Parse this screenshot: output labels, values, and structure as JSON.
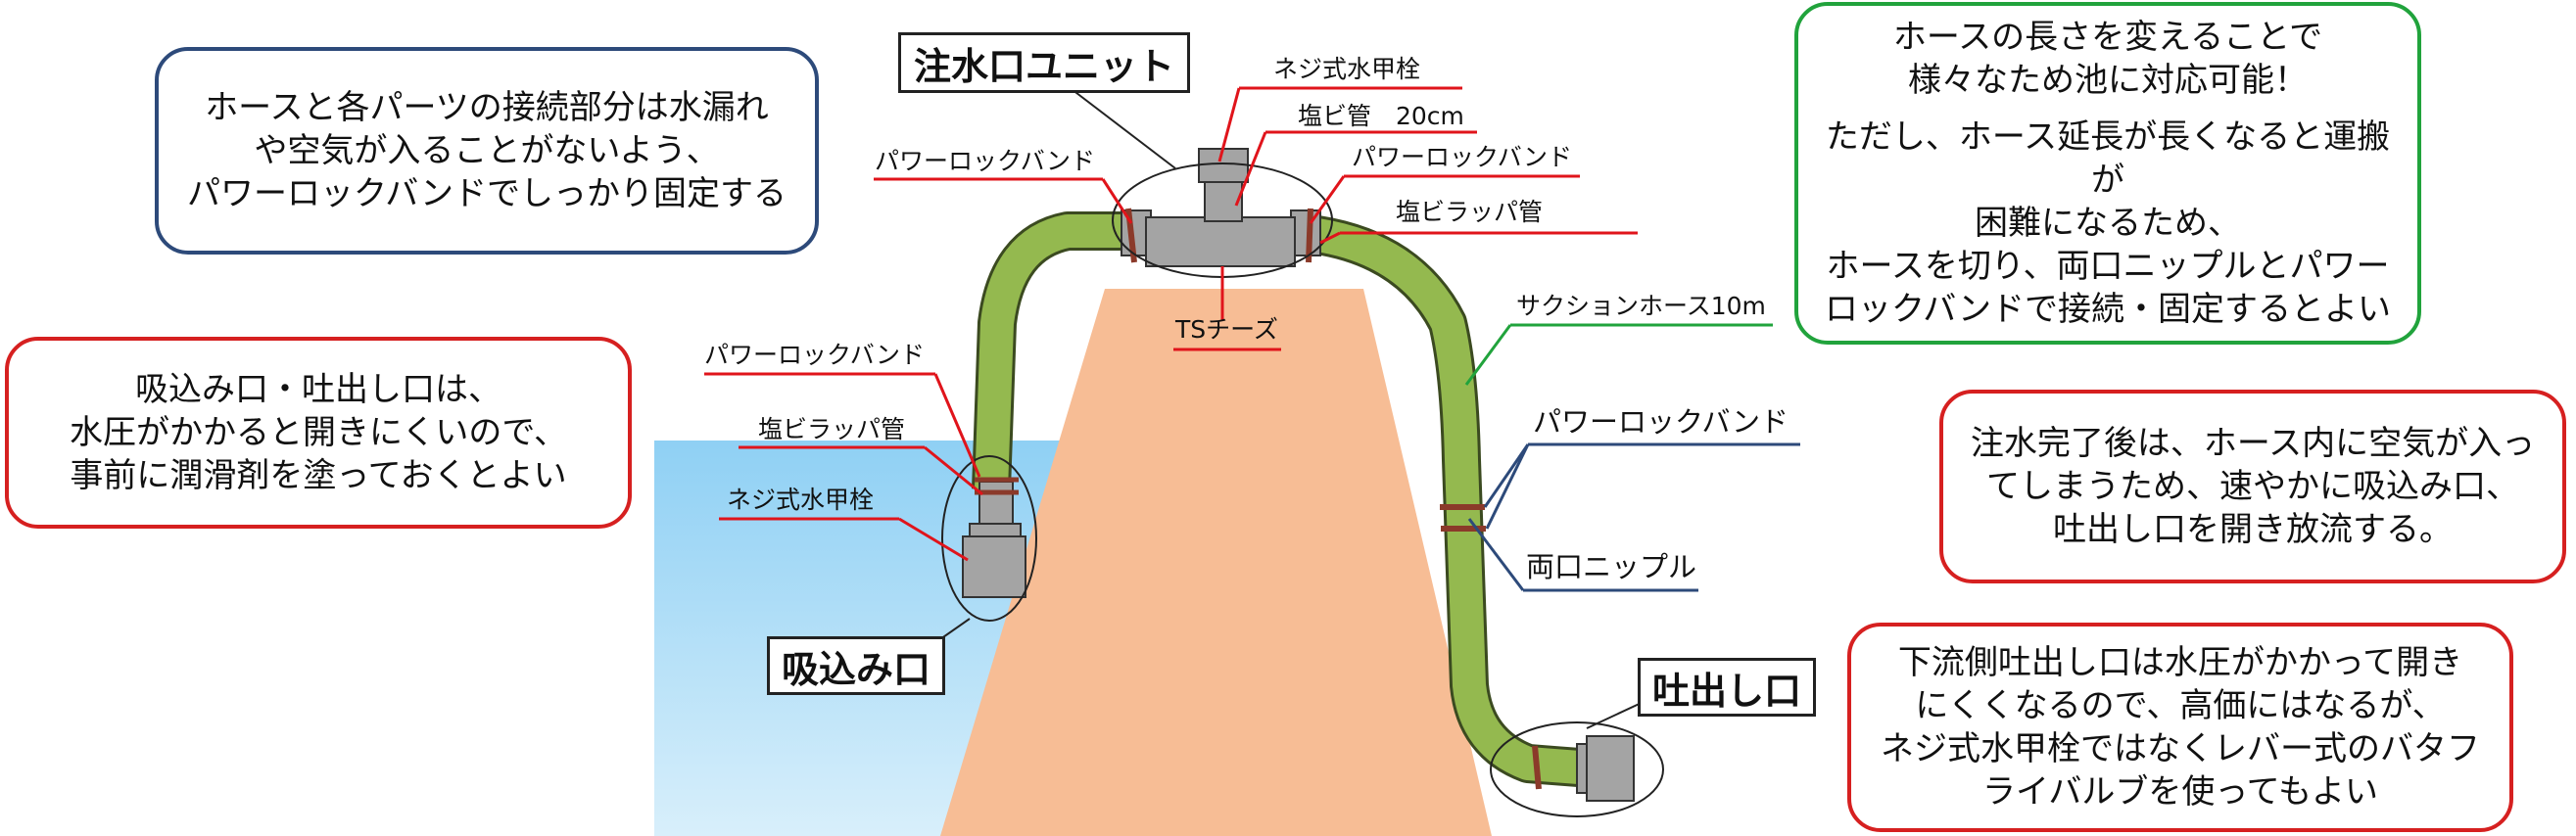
{
  "colors": {
    "water": "#8fd0f4",
    "embankment": "#f7bd95",
    "hose": "#94b94f",
    "fitting": "#a4a4a4",
    "band": "#8b3a2a",
    "red_line": "#e0141b",
    "blue_line": "#2d4a7a",
    "green_line": "#21a33c"
  },
  "titles": {
    "unit": "注水口ユニット",
    "intake": "吸込み口",
    "outlet": "吐出し口"
  },
  "labels": {
    "neji_top": "ネジ式水甲栓",
    "enbi_pipe": "塩ビ管　20cm",
    "band_top_left": "パワーロックバンド",
    "band_top_right": "パワーロックバンド",
    "wrap_top": "塩ビラッパ管",
    "ts": "TSチーズ",
    "suction": "サクションホース10m",
    "band_left": "パワーロックバンド",
    "wrap_left": "塩ビラッパ管",
    "neji_left": "ネジ式水甲栓",
    "band_right": "パワーロックバンド",
    "nipple": "両口ニップル"
  },
  "notes": {
    "hose_joint": "ホースと各パーツの接続部分は水漏れ\nや空気が入ることがないよう、\nパワーロックバンドでしっかり固定する",
    "intake_tip": "吸込み口・吐出し口は、\n水圧がかかると開きにくいので、\n事前に潤滑剤を塗っておくとよい",
    "hose_len_1": "ホースの長さを変えることで\n様々なため池に対応可能！",
    "hose_len_2": "ただし、ホース延長が長くなると運搬が\n困難になるため、\nホースを切り、両口ニップルとパワー\nロックバンドで接続・固定するとよい",
    "after_fill": "注水完了後は、ホース内に空気が入っ\nてしまうため、速やかに吸込み口、\n吐出し口を開き放流する。",
    "downstream": "下流側吐出し口は水圧がかかって開き\nにくくなるので、高価にはなるが、\nネジ式水甲栓ではなくレバー式のバタフ\nライバルブを使ってもよい"
  }
}
